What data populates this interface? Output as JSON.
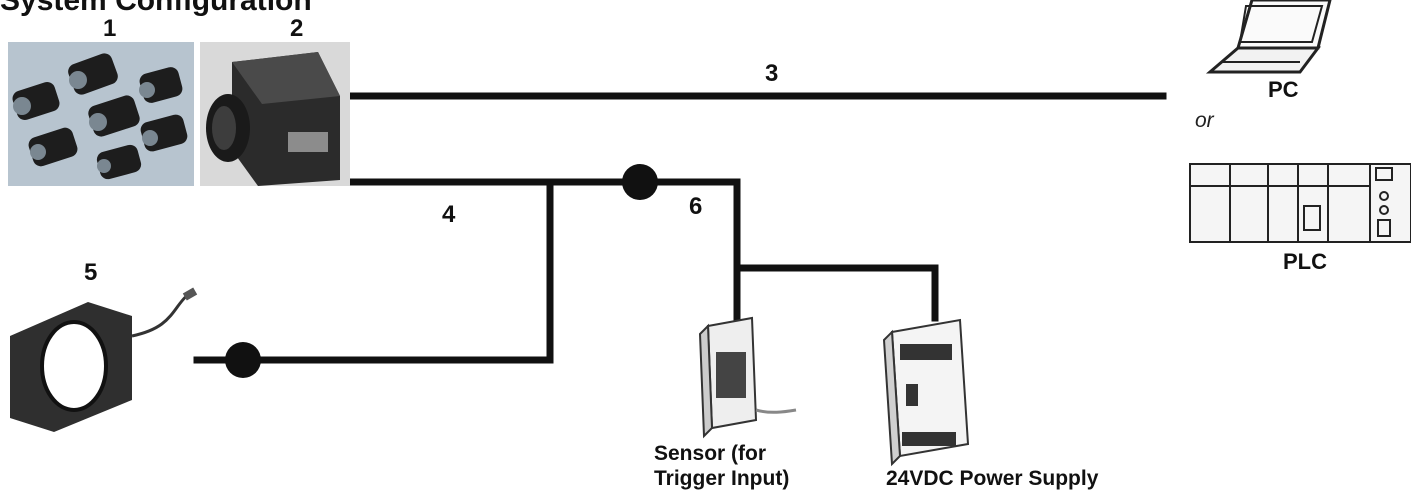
{
  "title": "System Configuration",
  "labels": {
    "n1": "1",
    "n2": "2",
    "n3": "3",
    "n4": "4",
    "n5": "5",
    "n6": "6",
    "pc": "PC",
    "or": "or",
    "plc": "PLC",
    "sensor_line1": "Sensor (for",
    "sensor_line2": "Trigger Input)",
    "power": "24VDC Power Supply"
  },
  "colors": {
    "cable": "#111111",
    "device_dark": "#2a2a2a",
    "device_mid": "#6b6b6b",
    "lens_bg": "#b7c4cf",
    "plc_bg": "#f2f2f2"
  },
  "icons": [
    "lens-set-icon",
    "camera-icon",
    "laptop-icon",
    "plc-icon",
    "ring-light-icon",
    "photo-sensor-icon",
    "power-supply-icon"
  ]
}
